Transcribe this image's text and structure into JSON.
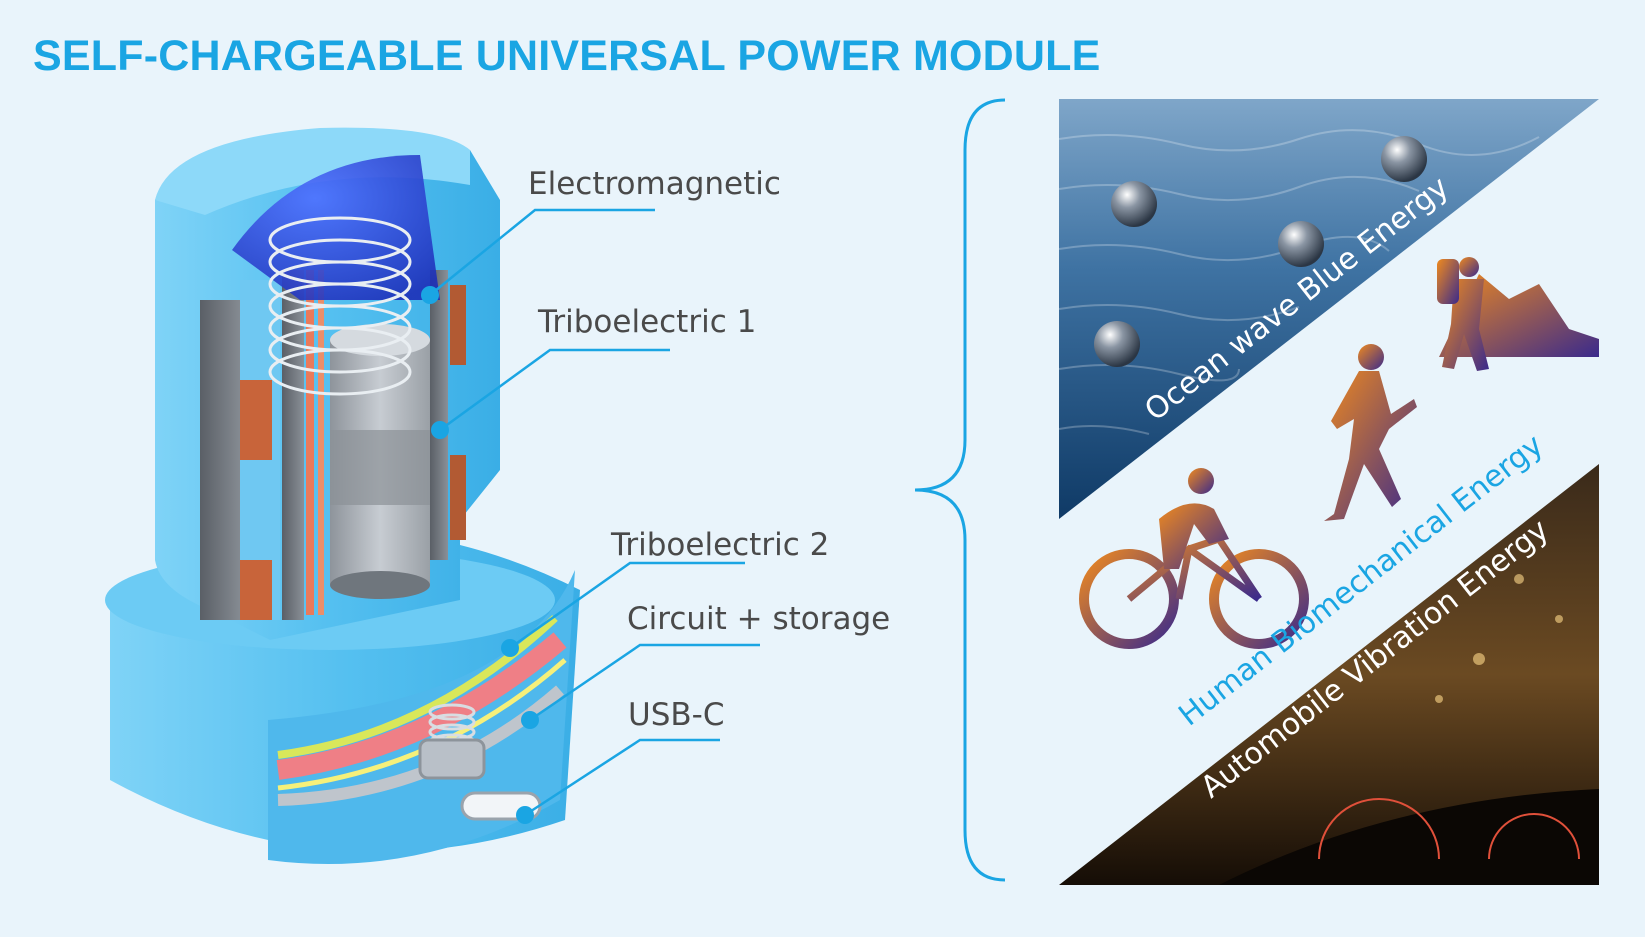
{
  "title": "SELF-CHARGEABLE UNIVERSAL POWER MODULE",
  "callouts": {
    "electromagnetic": "Electromagnetic",
    "triboelectric1": "Triboelectric 1",
    "triboelectric2": "Triboelectric 2",
    "circuit_storage": "Circuit + storage",
    "usbc": "USB-C"
  },
  "energy_sources": {
    "ocean": "Ocean wave Blue Energy",
    "human": "Human Biomechanical Energy",
    "automobile": "Automobile Vibration Energy"
  },
  "colors": {
    "title": "#1aa5e3",
    "accent_line": "#1aa5e3",
    "device_body": "#5cc4f2",
    "copper_coil": "#c8643a",
    "human_text": "#1aa5e3"
  },
  "icons": [
    "cutaway-module-illustration",
    "ocean-wave-photo",
    "cyclist-silhouette",
    "runner-silhouette",
    "hiker-mountain-silhouette",
    "car-dashboard-photo",
    "curly-brace"
  ]
}
